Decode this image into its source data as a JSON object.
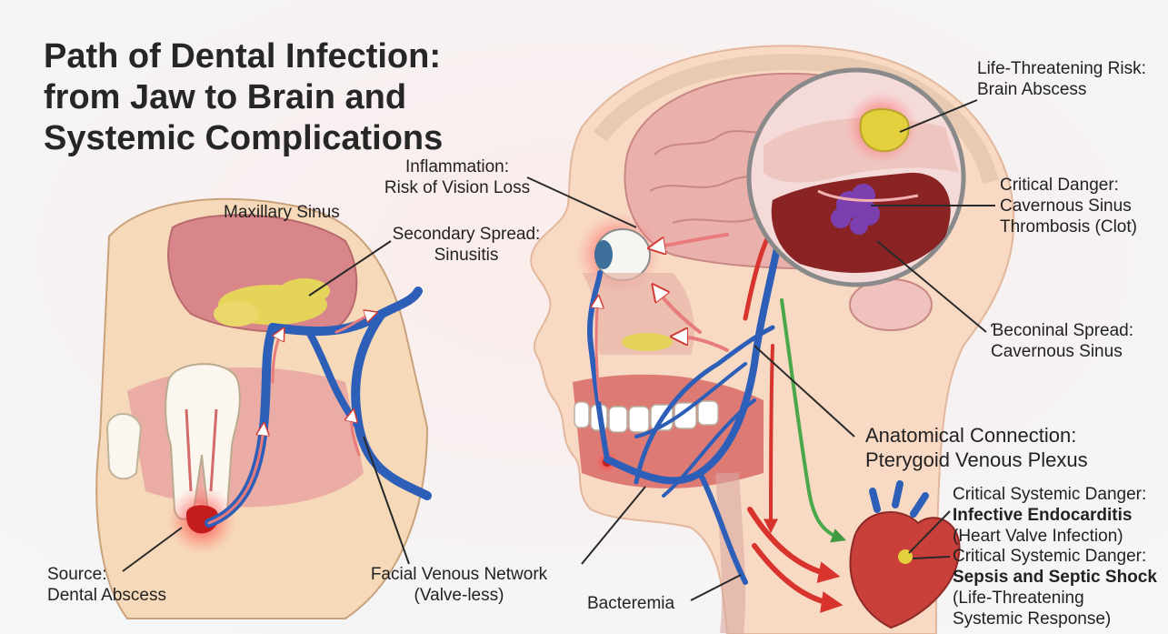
{
  "title": {
    "line1": "Path of Dental Infection:",
    "line2": "from Jaw to Brain and",
    "line3": "Systemic Complications"
  },
  "labels": {
    "maxillary_sinus": "Maxillary Sinus",
    "secondary_spread": {
      "line1": "Secondary Spread:",
      "line2": "Sinusitis"
    },
    "inflammation": {
      "line1": "Inflammation:",
      "line2": "Risk of Vision Loss"
    },
    "brain_abscess": {
      "line1": "Life-Threatening Risk:",
      "line2": "Brain Abscess"
    },
    "cavernous_thrombosis": {
      "line1": "Critical Danger:",
      "line2": "Cavernous Sinus",
      "line3": "Thrombosis (Clot)"
    },
    "cavernous_spread": {
      "line1": "Ɓeconinal Spread:",
      "line2": "Cavernous Sinus"
    },
    "pterygoid": {
      "line1": "Anatomical Connection:",
      "line2": "Pterygoid Venous Plexus"
    },
    "endocarditis": {
      "line1": "Critical Systemic Danger:",
      "line2": "Infective Endocarditis",
      "line3": "(Heart Valve Infection)"
    },
    "sepsis": {
      "line1": "Critical Systemic Danger:",
      "line2": "Sepsis and Septic Shock",
      "line3": "(Life-Threatening",
      "line4": "Systemic Response)"
    },
    "source": {
      "line1": "Source:",
      "line2": "Dental Abscess"
    },
    "facial_venous": {
      "line1": "Facial Venous Network",
      "line2": "(Valve-less)"
    },
    "bacteremia": "Bacteremia"
  },
  "colors": {
    "vein": "#2d5fb8",
    "artery_arrow": "#e0443c",
    "infection": "#e8d34a",
    "clot": "#7b3fb0",
    "green_path": "#4aa84a"
  }
}
